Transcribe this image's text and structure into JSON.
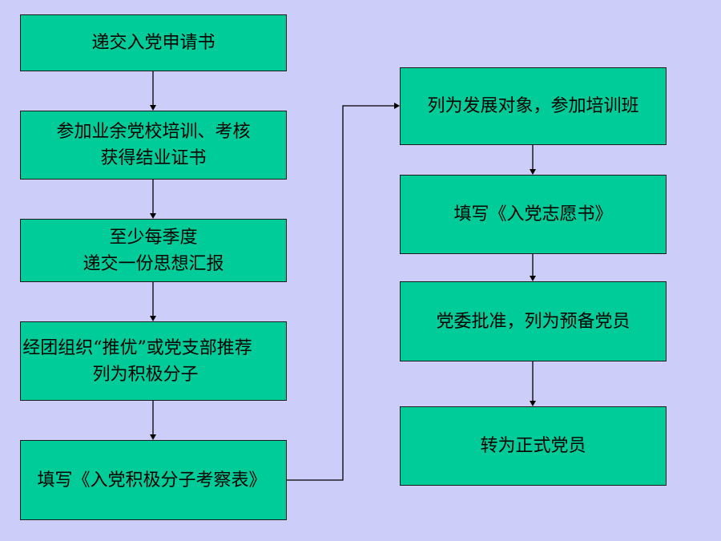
{
  "colors": {
    "background": "#cccdf9",
    "box_fill": "#00cc99",
    "box_border": "#1a1a1a",
    "arrow": "#000000"
  },
  "steps": [
    {
      "lines": [
        "递交入党申请书"
      ]
    },
    {
      "lines": [
        "参加业余党校培训、考核",
        "获得结业证书"
      ]
    },
    {
      "lines": [
        "至少每季度",
        "递交一份思想汇报"
      ]
    },
    {
      "lines": [
        "经团组织“推优”或党支部推荐",
        "列为积极分子"
      ]
    },
    {
      "lines": [
        "填写《入党积极分子考察表》"
      ]
    },
    {
      "lines": [
        "列为发展对象，参加培训班"
      ]
    },
    {
      "lines": [
        "填写《入党志愿书》"
      ]
    },
    {
      "lines": [
        "党委批准，列为预备党员"
      ]
    },
    {
      "lines": [
        "转为正式党员"
      ]
    }
  ],
  "connections": [
    {
      "from": 1,
      "to": 2
    },
    {
      "from": 2,
      "to": 3
    },
    {
      "from": 3,
      "to": 4
    },
    {
      "from": 4,
      "to": 5
    },
    {
      "from": 5,
      "to": 6
    },
    {
      "from": 6,
      "to": 7
    },
    {
      "from": 7,
      "to": 8
    },
    {
      "from": 8,
      "to": 9
    }
  ]
}
